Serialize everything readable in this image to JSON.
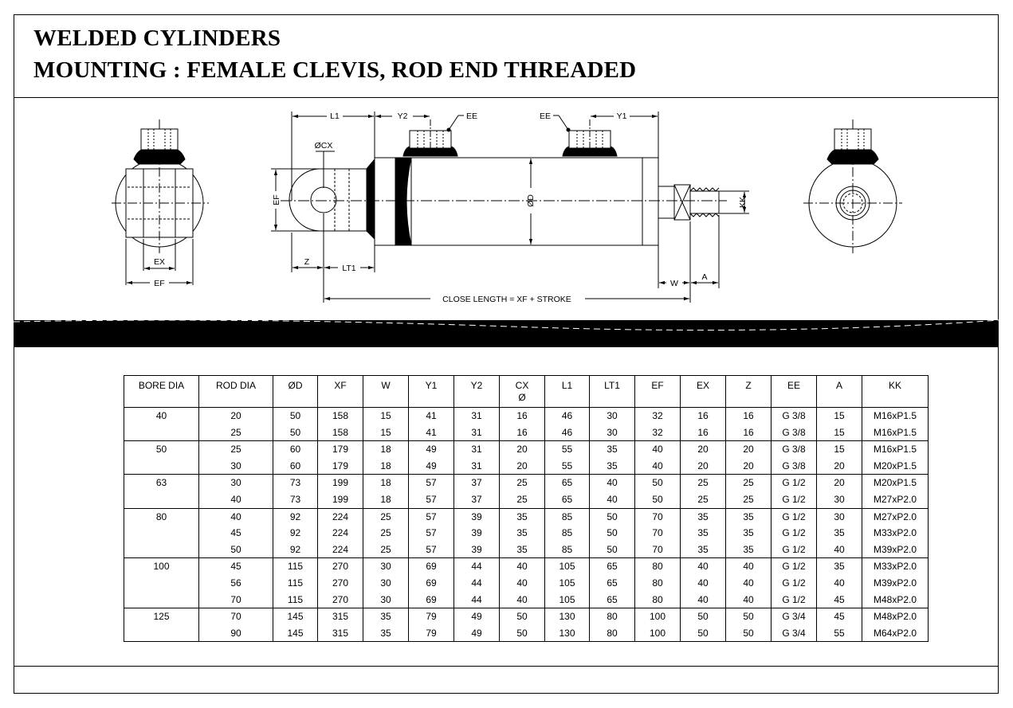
{
  "header": {
    "title_line1": "WELDED CYLINDERS",
    "title_line2": "MOUNTING : FEMALE CLEVIS, ROD END THREADED"
  },
  "drawing": {
    "labels": {
      "l1": "L1",
      "y2": "Y2",
      "ee_left": "EE",
      "ee_right": "EE",
      "y1": "Y1",
      "cx": "ØCX",
      "ef_side": "EF",
      "od": "ØD",
      "kk": "KK",
      "z": "Z",
      "lt1": "LT1",
      "w": "W",
      "a": "A",
      "close_length": "CLOSE LENGTH = XF + STROKE",
      "ex": "EX",
      "ef_bottom": "EF"
    }
  },
  "table": {
    "headers": [
      "BORE DIA",
      "ROD DIA",
      "ØD",
      "XF",
      "W",
      "Y1",
      "Y2",
      "CX\nØ",
      "L1",
      "LT1",
      "EF",
      "EX",
      "Z",
      "EE",
      "A",
      "KK"
    ],
    "rows": [
      [
        "40",
        "20",
        "50",
        "158",
        "15",
        "41",
        "31",
        "16",
        "46",
        "30",
        "32",
        "16",
        "16",
        "G 3/8",
        "15",
        "M16xP1.5"
      ],
      [
        "",
        "25",
        "50",
        "158",
        "15",
        "41",
        "31",
        "16",
        "46",
        "30",
        "32",
        "16",
        "16",
        "G 3/8",
        "15",
        "M16xP1.5"
      ],
      [
        "50",
        "25",
        "60",
        "179",
        "18",
        "49",
        "31",
        "20",
        "55",
        "35",
        "40",
        "20",
        "20",
        "G 3/8",
        "15",
        "M16xP1.5"
      ],
      [
        "",
        "30",
        "60",
        "179",
        "18",
        "49",
        "31",
        "20",
        "55",
        "35",
        "40",
        "20",
        "20",
        "G 3/8",
        "20",
        "M20xP1.5"
      ],
      [
        "63",
        "30",
        "73",
        "199",
        "18",
        "57",
        "37",
        "25",
        "65",
        "40",
        "50",
        "25",
        "25",
        "G 1/2",
        "20",
        "M20xP1.5"
      ],
      [
        "",
        "40",
        "73",
        "199",
        "18",
        "57",
        "37",
        "25",
        "65",
        "40",
        "50",
        "25",
        "25",
        "G 1/2",
        "30",
        "M27xP2.0"
      ],
      [
        "80",
        "40",
        "92",
        "224",
        "25",
        "57",
        "39",
        "35",
        "85",
        "50",
        "70",
        "35",
        "35",
        "G 1/2",
        "30",
        "M27xP2.0"
      ],
      [
        "",
        "45",
        "92",
        "224",
        "25",
        "57",
        "39",
        "35",
        "85",
        "50",
        "70",
        "35",
        "35",
        "G 1/2",
        "35",
        "M33xP2.0"
      ],
      [
        "",
        "50",
        "92",
        "224",
        "25",
        "57",
        "39",
        "35",
        "85",
        "50",
        "70",
        "35",
        "35",
        "G 1/2",
        "40",
        "M39xP2.0"
      ],
      [
        "100",
        "45",
        "115",
        "270",
        "30",
        "69",
        "44",
        "40",
        "105",
        "65",
        "80",
        "40",
        "40",
        "G 1/2",
        "35",
        "M33xP2.0"
      ],
      [
        "",
        "56",
        "115",
        "270",
        "30",
        "69",
        "44",
        "40",
        "105",
        "65",
        "80",
        "40",
        "40",
        "G 1/2",
        "40",
        "M39xP2.0"
      ],
      [
        "",
        "70",
        "115",
        "270",
        "30",
        "69",
        "44",
        "40",
        "105",
        "65",
        "80",
        "40",
        "40",
        "G 1/2",
        "45",
        "M48xP2.0"
      ],
      [
        "125",
        "70",
        "145",
        "315",
        "35",
        "79",
        "49",
        "50",
        "130",
        "80",
        "100",
        "50",
        "50",
        "G 3/4",
        "45",
        "M48xP2.0"
      ],
      [
        "",
        "90",
        "145",
        "315",
        "35",
        "79",
        "49",
        "50",
        "130",
        "80",
        "100",
        "50",
        "50",
        "G 3/4",
        "55",
        "M64xP2.0"
      ]
    ]
  }
}
